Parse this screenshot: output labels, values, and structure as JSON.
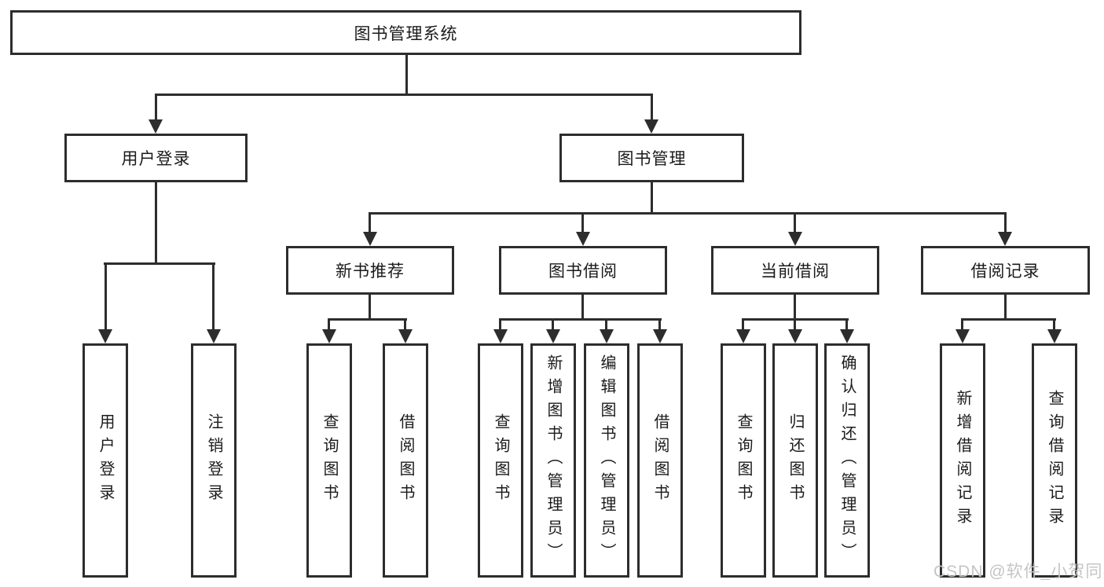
{
  "colors": {
    "line": "#2d2d2d",
    "text": "#1b1b1b",
    "bg": "#ffffff",
    "watermark": "#c5c5c5"
  },
  "tree": {
    "root": {
      "label": "图书管理系统"
    },
    "branches": [
      {
        "label": "用户登录",
        "children": [
          {
            "label": "用户登录"
          },
          {
            "label": "注销登录"
          }
        ]
      },
      {
        "label": "图书管理",
        "children": [
          {
            "label": "新书推荐",
            "children": [
              {
                "label": "查询图书"
              },
              {
                "label": "借阅图书"
              }
            ]
          },
          {
            "label": "图书借阅",
            "children": [
              {
                "label": "查询图书"
              },
              {
                "label": "新增图书（管理员）"
              },
              {
                "label": "编辑图书（管理员）"
              },
              {
                "label": "借阅图书"
              }
            ]
          },
          {
            "label": "当前借阅",
            "children": [
              {
                "label": "查询图书"
              },
              {
                "label": "归还图书"
              },
              {
                "label": "确认归还（管理员）"
              }
            ]
          },
          {
            "label": "借阅记录",
            "children": [
              {
                "label": "新增借阅记录"
              },
              {
                "label": "查询借阅记录"
              }
            ]
          }
        ]
      }
    ]
  },
  "watermark": {
    "text": "CSDN @软件_小贺同学"
  }
}
